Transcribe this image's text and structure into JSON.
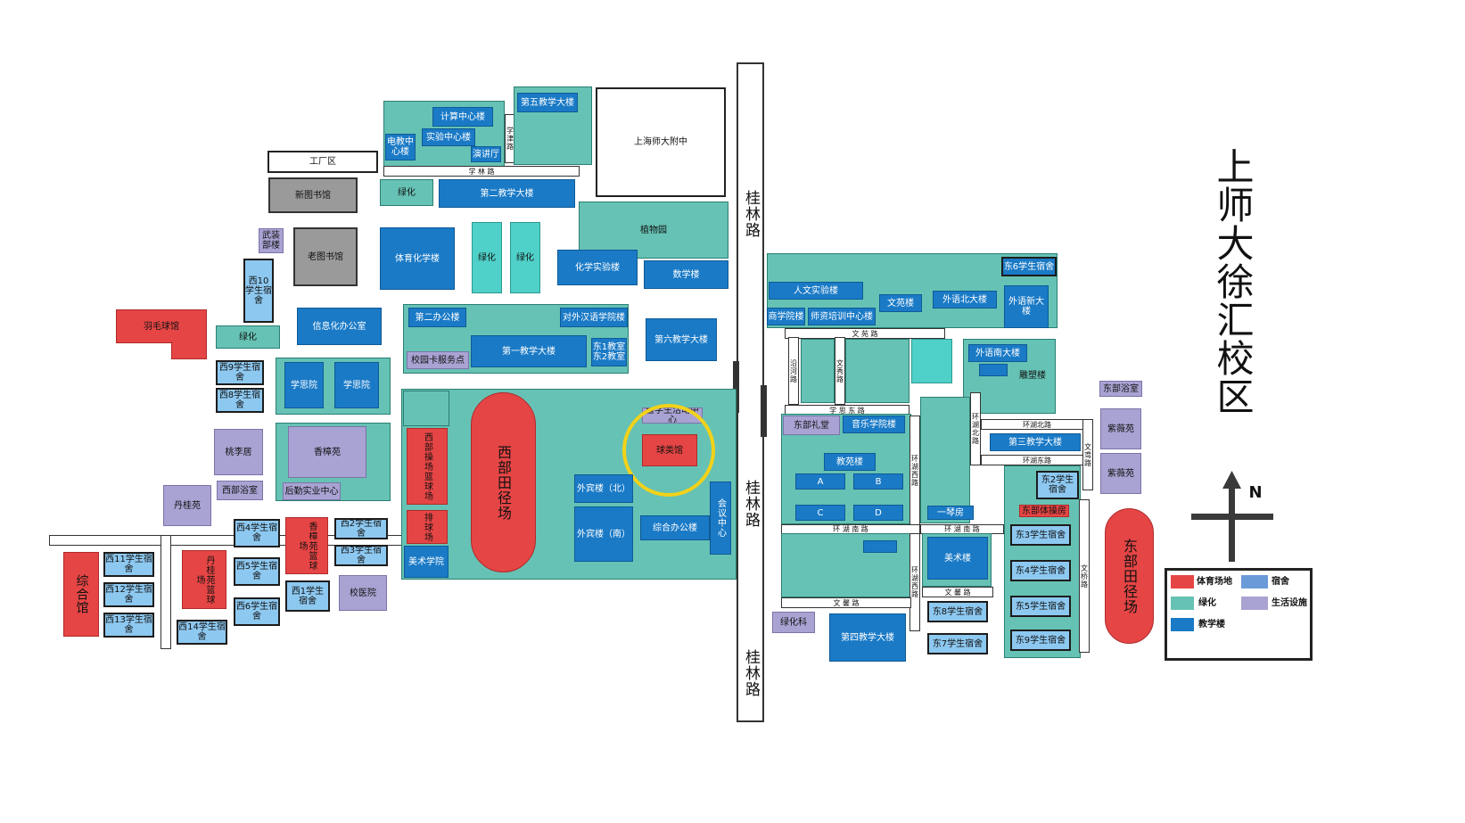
{
  "title": "上师大徐汇校区",
  "north_label": "N",
  "roads": {
    "guilin_1": "桂林路",
    "guilin_2": "桂林路",
    "guilin_3": "桂林路",
    "xuelin": "学 林 路",
    "xuejin": "学津路",
    "wenyuan": "文 苑 路",
    "wenxiu": "文秀路",
    "yanhe": "沿河路",
    "xuesi_dong": "学 思 东 路",
    "huanhu_xi": "环湖西路",
    "huanhu_bei": "环湖北路",
    "huanhu_dong": "环湖东路",
    "huanhu_nan": "环 湖 南 路",
    "wenxin": "文 馨 路",
    "wenxin2": "文 馨 路",
    "wenqiao": "文桥路",
    "wendong": "文鸢路",
    "huanhu_xi2": "环湖西路",
    "huanhu_bei2": "环湖北路",
    "huanhu_xi3": "环湖西路",
    "huanhu_nan2": "环 湖 南 路"
  },
  "buildings": {
    "jisuan": "计算中心楼",
    "shiyan": "实验中心楼",
    "dianjiao": "电教中心楼",
    "yanjiang": "演讲厅",
    "diwu": "第五教学大楼",
    "fuzhong": "上海师大附中",
    "gongchang": "工厂区",
    "xintushu": "新图书馆",
    "lvhua1": "绿化",
    "dier": "第二教学大楼",
    "zhiwu": "植物园",
    "wuzhuang": "武装部楼",
    "laotushu": "老图书馆",
    "tiyuhua": "体育化学楼",
    "lvhua2": "绿化",
    "lvhua3": "绿化",
    "huaxue": "化学实验楼",
    "shuxue": "数学楼",
    "xi10": "西10学生宿舍",
    "yumao": "羽毛球馆",
    "lvhua4": "绿化",
    "xinxi": "信息化办公室",
    "erban": "第二办公楼",
    "duiwai": "对外汉语学院楼",
    "diyi": "第一教学大楼",
    "dong12": "东1教室东2教室",
    "xiaoyuanka": "校园卡服务点",
    "diliu": "第六教学大楼",
    "xi9": "西9学生宿舍",
    "xi8": "西8学生宿舍",
    "xuesi1": "学思院",
    "xuesi2": "学思院",
    "taoli": "桃李居",
    "xiangzhang": "香樟苑",
    "xibu_yushi": "西部浴室",
    "houqin": "后勤实业中心",
    "danguiyuan": "丹桂苑",
    "xibu_lanqiu": "西部操场篮球场",
    "xibu_tianjing": "西部田径场",
    "liuxue": "留学生活动中心",
    "qiulei": "球类馆",
    "waibin_bei": "外宾楼（北）",
    "waibin_nan": "外宾楼（南）",
    "zonghe_ban": "综合办公楼",
    "huiyi": "会议中心",
    "paiqiu": "排球场",
    "meishu_xy": "美术学院",
    "zongheguan": "综合馆",
    "xi11": "西11学生宿舍",
    "xi12": "西12学生宿舍",
    "xi13": "西13学生宿舍",
    "xi14": "西14学生宿舍",
    "dangui_lq": "丹桂苑篮球场",
    "xi4": "西4学生宿舍",
    "xi5": "西5学生宿舍",
    "xi6": "西6学生宿舍",
    "xiangzhang_lq": "香樟苑篮球场",
    "xi2": "西2学生宿舍",
    "xi3": "西3学生宿舍",
    "xi1": "西1学生宿舍",
    "xiaoyiyuan": "校医院",
    "renwen": "人文实验楼",
    "dong6": "东6学生宿舍",
    "wenyuanlou": "文苑楼",
    "waiyubei": "外语北大楼",
    "waiyuxin": "外语新大楼",
    "shangxue": "商学院楼",
    "shizi": "师资培训中心楼",
    "waiyunan": "外语南大楼",
    "diaosu": "雕塑楼",
    "dongbu_yushi": "东部浴室",
    "ziwei1": "紫薇苑",
    "ziwei2": "紫薇苑",
    "dongbu_litang": "东部礼堂",
    "yinyue": "音乐学院楼",
    "jiaoyuan": "教苑楼",
    "a": "A",
    "b": "B",
    "c": "C",
    "d": "D",
    "disan": "第三教学大楼",
    "dong2": "东2学生宿舍",
    "dongbu_ticao": "东部体操房",
    "yiqin": "一琴房",
    "dong3": "东3学生宿舍",
    "meishulou": "美术楼",
    "dong4": "东4学生宿舍",
    "dong5": "东5学生宿舍",
    "dong8": "东8学生宿舍",
    "dong7": "东7学生宿舍",
    "dong9": "东9学生宿舍",
    "disi": "第四教学大楼",
    "lvhuake": "绿化科",
    "dongbu_tianjing": "东部田径场"
  },
  "legend": {
    "sport": "体育场地",
    "dorm": "宿舍",
    "green": "绿化",
    "life": "生活设施",
    "teach": "教学楼"
  },
  "colors": {
    "sport": "#e64545",
    "dorm": "#6a9ad8",
    "green": "#66c2b4",
    "life": "#a9a3d3",
    "teach": "#1a7ac6",
    "highlight": "#f2d21a"
  }
}
